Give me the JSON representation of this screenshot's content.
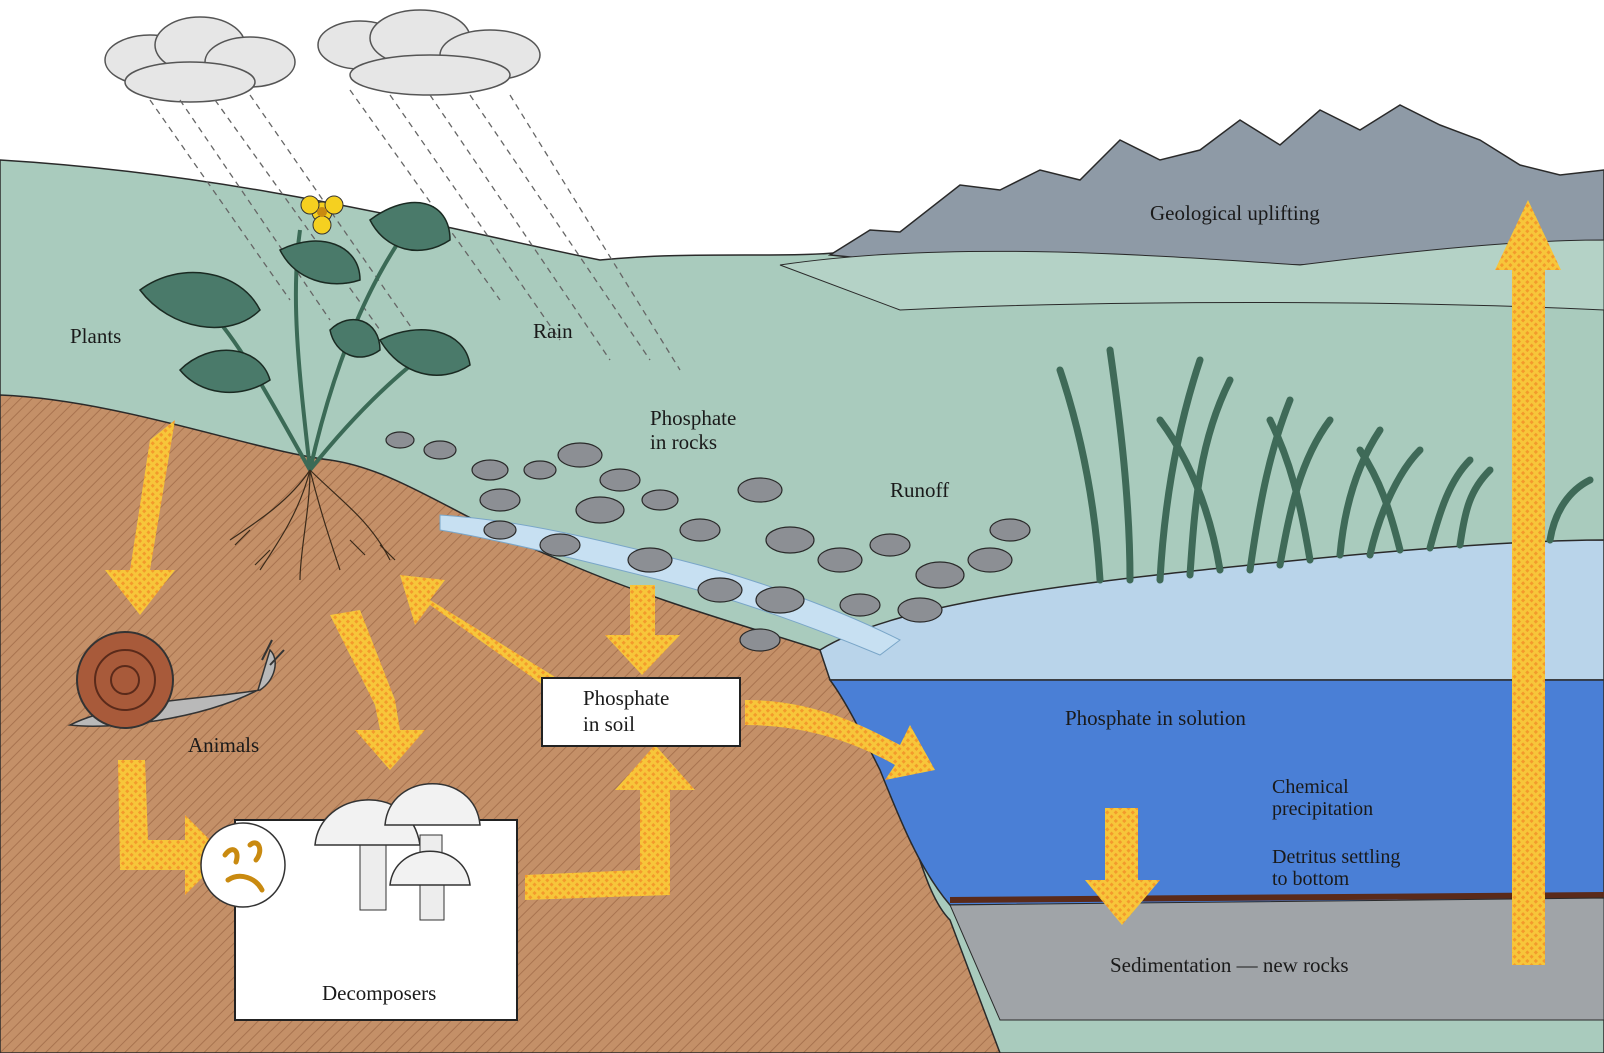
{
  "diagram": {
    "labels": {
      "plants": "Plants",
      "rain": "Rain",
      "geological_uplifting": "Geological uplifting",
      "phosphate_in_rocks": [
        "Phosphate",
        "in rocks"
      ],
      "runoff": "Runoff",
      "animals": "Animals",
      "phosphate_in_soil": [
        "Phosphate",
        "in soil"
      ],
      "decomposers": "Decomposers",
      "phosphate_in_solution": "Phosphate in solution",
      "chemical_precipitation": [
        "Chemical",
        "precipitation"
      ],
      "detritus_settling": [
        "Detritus settling",
        "to bottom"
      ],
      "sedimentation": "Sedimentation — new rocks"
    },
    "colors": {
      "sky": "#ffffff",
      "hills": "#a9cbbd",
      "mountains": "#8e9aa6",
      "soil": "#c49068",
      "lake_upper": "#b9d4ea",
      "lake_deep": "#4a7fd6",
      "sediment": "#a0a4a8",
      "arrow": "#f7c63a",
      "plant": "#4a7a6a",
      "rock": "#8c8f94"
    }
  }
}
